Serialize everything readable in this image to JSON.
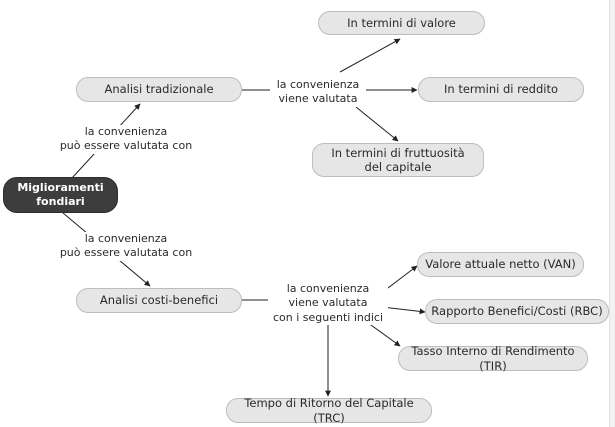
{
  "root": [
    "Miglioramenti",
    "fondiari"
  ],
  "branch_label_top": [
    "la convenienza",
    "può essere valutata con"
  ],
  "branch_label_bottom": [
    "la convenienza",
    "può essere valutata con"
  ],
  "node_tradizionale": "Analisi tradizionale",
  "node_costi_benefici": "Analisi costi-benefici",
  "label_tradizionale": [
    "la convenienza",
    "viene valutata"
  ],
  "label_costi_benefici": [
    "la convenienza",
    "viene valutata",
    "con i seguenti indici"
  ],
  "trad_outcomes": {
    "valore": "In termini di valore",
    "reddito": "In termini di reddito",
    "fruttuosita": [
      "In termini di fruttuosità",
      "del capitale"
    ]
  },
  "cb_indices": {
    "van": "Valore attuale netto (VAN)",
    "rbc": "Rapporto Benefici/Costi (RBC)",
    "tir": "Tasso Interno di Rendimento (TIR)",
    "trc": "Tempo di Ritorno del Capitale (TRC)"
  }
}
